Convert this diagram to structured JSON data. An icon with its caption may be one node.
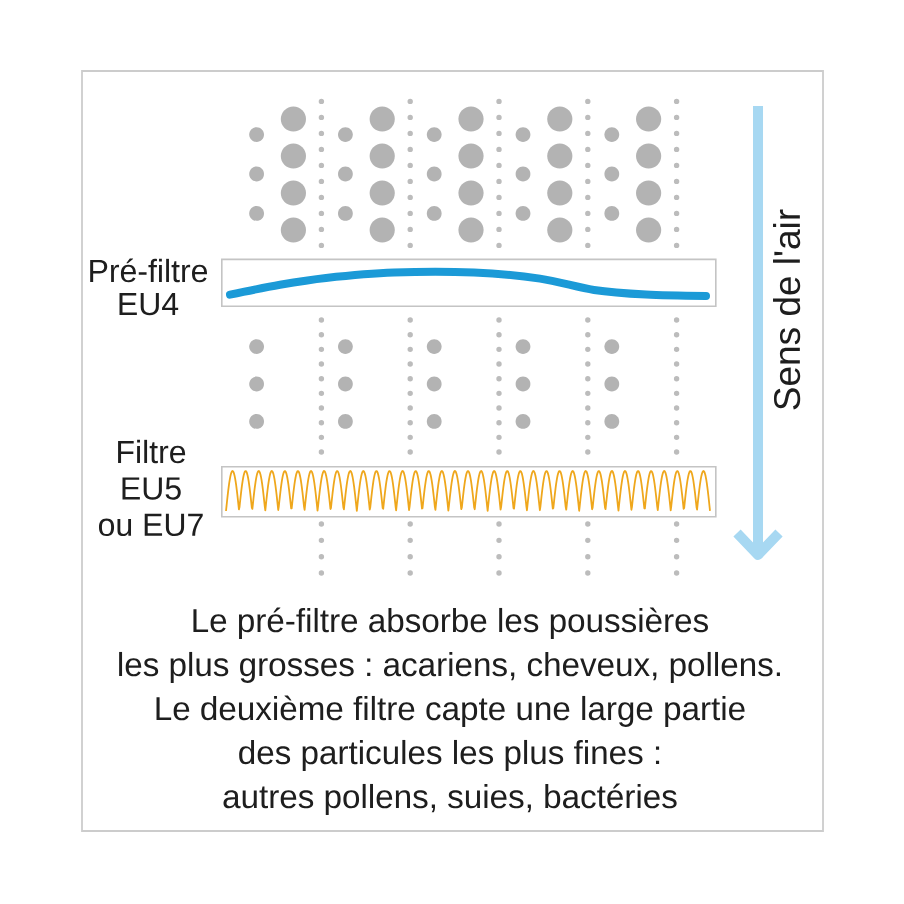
{
  "diagram": {
    "nodes": [
      {
        "text": [
          "Pré-filtre EU4"
        ]
      },
      {
        "text": [
          "Filtre EU5 ou EU7"
        ]
      }
    ],
    "labels": [
      "Sens de l'air"
    ],
    "caption": "Le pré-filtre absorbe les poussières les plus grosses : acariens, cheveux, pollens. Le deuxième filtre capte une large partie des particules les plus fines : autres pollens, suies, bactéries"
  }
}
